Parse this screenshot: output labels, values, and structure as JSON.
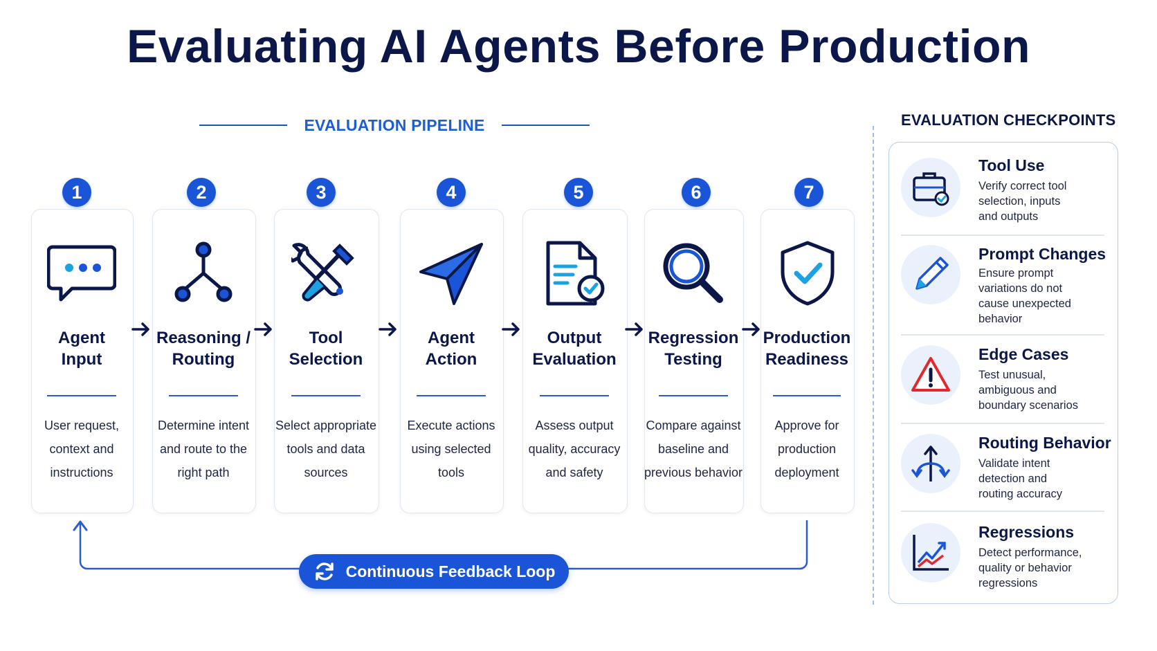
{
  "title": "Evaluating AI Agents Before Production",
  "pipeline": {
    "heading": "EVALUATION PIPELINE",
    "steps": [
      {
        "number": "1",
        "title_line1": "Agent",
        "title_line2": "Input",
        "desc_line1": "User request,",
        "desc_line2": "context and",
        "desc_line3": "instructions",
        "icon": "chat-bubble-icon"
      },
      {
        "number": "2",
        "title_line1": "Reasoning /",
        "title_line2": "Routing",
        "desc_line1": "Determine intent",
        "desc_line2": "and route to the",
        "desc_line3": "right path",
        "icon": "routing-tree-icon"
      },
      {
        "number": "3",
        "title_line1": "Tool",
        "title_line2": "Selection",
        "desc_line1": "Select appropriate",
        "desc_line2": "tools and data",
        "desc_line3": "sources",
        "icon": "wrench-screwdriver-icon"
      },
      {
        "number": "4",
        "title_line1": "Agent",
        "title_line2": "Action",
        "desc_line1": "Execute actions",
        "desc_line2": "using selected",
        "desc_line3": "tools",
        "icon": "paper-plane-icon"
      },
      {
        "number": "5",
        "title_line1": "Output",
        "title_line2": "Evaluation",
        "desc_line1": "Assess output",
        "desc_line2": "quality, accuracy",
        "desc_line3": "and safety",
        "icon": "document-check-icon"
      },
      {
        "number": "6",
        "title_line1": "Regression",
        "title_line2": "Testing",
        "desc_line1": "Compare against",
        "desc_line2": "baseline and",
        "desc_line3": "previous behavior",
        "icon": "magnifier-icon"
      },
      {
        "number": "7",
        "title_line1": "Production",
        "title_line2": "Readiness",
        "desc_line1": "Approve for",
        "desc_line2": "production",
        "desc_line3": "deployment",
        "icon": "shield-check-icon"
      }
    ],
    "feedback_loop": "Continuous Feedback Loop"
  },
  "checkpoints": {
    "heading": "EVALUATION CHECKPOINTS",
    "items": [
      {
        "title": "Tool Use",
        "desc_lines": [
          "Verify correct tool",
          "selection, inputs",
          "and outputs"
        ],
        "icon": "toolbox-check-icon"
      },
      {
        "title": "Prompt Changes",
        "desc_lines": [
          "Ensure prompt",
          "variations do not",
          "cause unexpected",
          "behavior"
        ],
        "icon": "pencil-icon"
      },
      {
        "title": "Edge Cases",
        "desc_lines": [
          "Test unusual,",
          "ambiguous and",
          "boundary scenarios"
        ],
        "icon": "warning-triangle-icon"
      },
      {
        "title": "Routing Behavior",
        "desc_lines": [
          "Validate intent",
          "detection and",
          "routing accuracy"
        ],
        "icon": "split-arrows-icon"
      },
      {
        "title": "Regressions",
        "desc_lines": [
          "Detect performance,",
          "quality or behavior",
          "regressions"
        ],
        "icon": "trend-chart-icon"
      }
    ]
  },
  "colors": {
    "primary": "#1a55d8",
    "navy": "#0b1748",
    "accent_cyan": "#1aa3e0",
    "danger": "#e0282e"
  }
}
